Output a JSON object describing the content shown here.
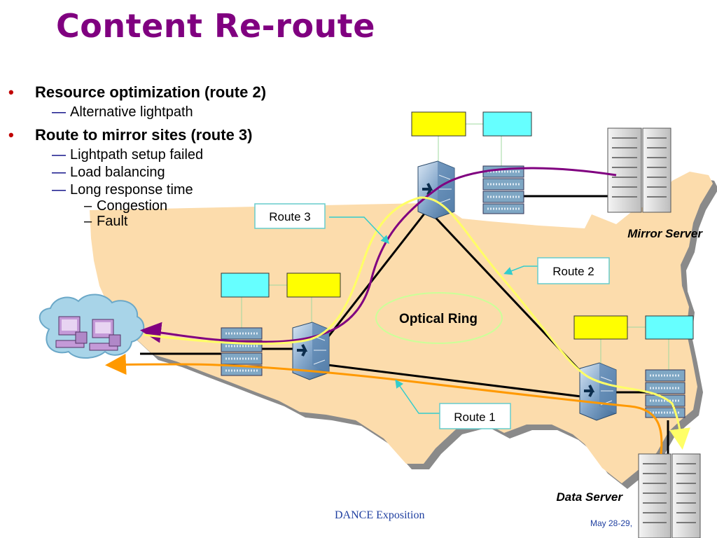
{
  "slide": {
    "title": "Content Re-route",
    "bullets": [
      {
        "text": "Resource optimization (route 2)",
        "subs": [
          {
            "text": "Alternative lightpath"
          }
        ]
      },
      {
        "text": "Route to mirror sites (route 3)",
        "subs": [
          {
            "text": "Lightpath setup failed"
          },
          {
            "text": "Load balancing"
          },
          {
            "text": "Long response time"
          }
        ],
        "subsubs": [
          {
            "text": "Congestion"
          },
          {
            "text": "Fault"
          }
        ]
      }
    ],
    "bullet_glyph": "•",
    "dash_glyph": "—",
    "small_dash_glyph": "–"
  },
  "diagram": {
    "ring_label": "Optical Ring",
    "route_labels": {
      "route1": "Route 1",
      "route2": "Route 2",
      "route3": "Route 3"
    },
    "server_labels": {
      "mirror": "Mirror Server",
      "data": "Data Server"
    },
    "colors": {
      "title": "#800080",
      "map_fill": "#fcdcac",
      "map_shadow": "#8a8a8a",
      "yellow_box": "#ffff00",
      "cyan_box": "#66ffff",
      "route_purple": "#800080",
      "route_orange": "#ff9900",
      "route_yellow": "#ffff66",
      "ring_line": "#000000",
      "ring_ellipse": "#ccff99",
      "label_border": "#66cccc",
      "cloud": "#a8d4e8"
    },
    "icons": [
      "optical-switch-icon",
      "router-stack-icon",
      "server-rack-icon",
      "computer-icon",
      "cloud-icon"
    ]
  },
  "footer": {
    "center": "DANCE Exposition",
    "right": "May 28-29,"
  }
}
